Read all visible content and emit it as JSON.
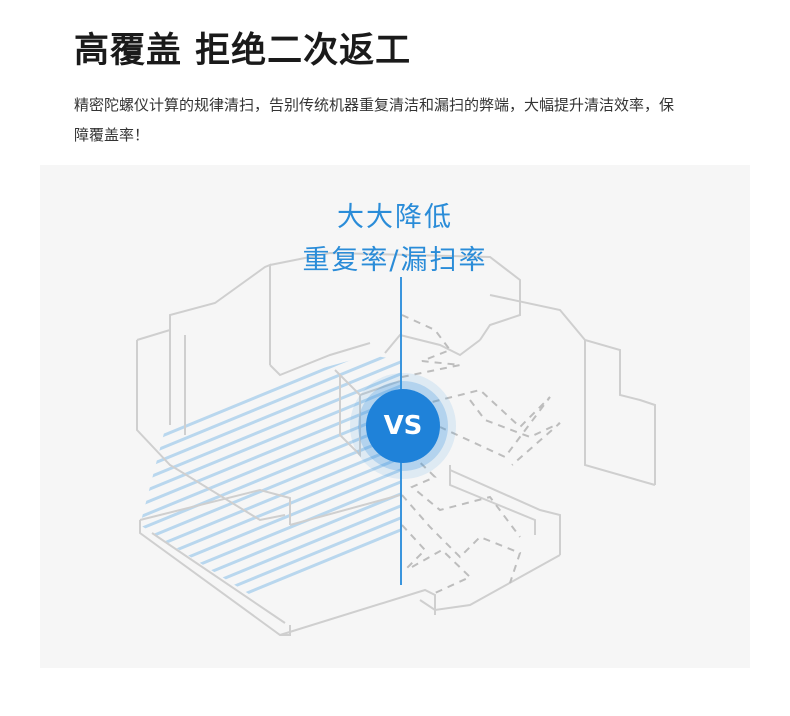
{
  "header": {
    "title": "高覆盖 拒绝二次返工",
    "description": "精密陀螺仪计算的规律清扫，告别传统机器重复清洁和漏扫的弊端，大幅提升清洁效率，保障覆盖率！"
  },
  "illustration": {
    "caption_line1": "大大降低",
    "caption_line2": "重复率/漏扫率",
    "badge": "VS"
  },
  "colors": {
    "accent": "#1f82d9",
    "caption": "#2a8cd8",
    "stripes": "#b9d7ee",
    "walls": "#cfcfcf",
    "dashes": "#bdbdbd"
  }
}
